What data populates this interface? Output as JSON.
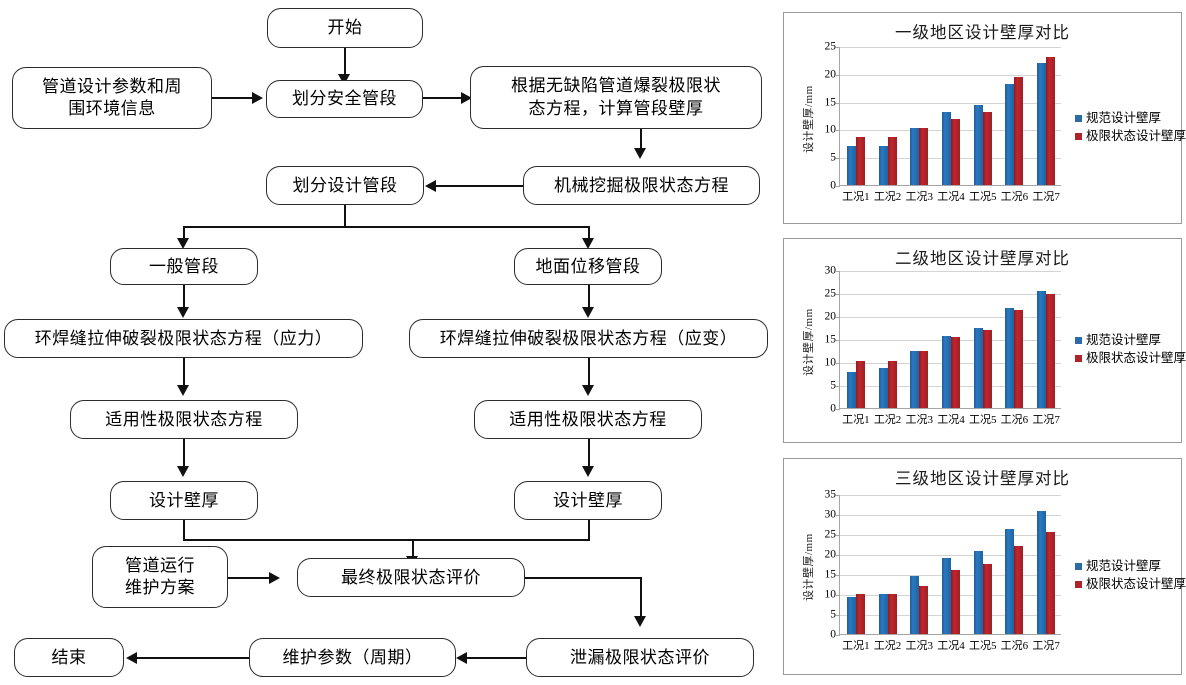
{
  "flowchart": {
    "nodes": [
      {
        "id": "start",
        "label": "开始"
      },
      {
        "id": "params",
        "label": "管道设计参数和周围环境信息"
      },
      {
        "id": "safe-seg",
        "label": "划分安全管段"
      },
      {
        "id": "burst-eq",
        "label": "根据无缺陷管道爆裂极限状态方程，计算管段壁厚"
      },
      {
        "id": "excavation-eq",
        "label": "机械挖掘极限状态方程"
      },
      {
        "id": "design-seg",
        "label": "划分设计管段"
      },
      {
        "id": "general-seg",
        "label": "一般管段"
      },
      {
        "id": "ground-disp-seg",
        "label": "地面位移管段"
      },
      {
        "id": "weld-stress",
        "label": "环焊缝拉伸破裂极限状态方程（应力）"
      },
      {
        "id": "weld-strain",
        "label": "环焊缝拉伸破裂极限状态方程（应变）"
      },
      {
        "id": "serviceability-left",
        "label": "适用性极限状态方程"
      },
      {
        "id": "serviceability-right",
        "label": "适用性极限状态方程"
      },
      {
        "id": "thickness-left",
        "label": "设计壁厚"
      },
      {
        "id": "thickness-right",
        "label": "设计壁厚"
      },
      {
        "id": "ops-plan",
        "label": "管道运行维护方案"
      },
      {
        "id": "final-eval",
        "label": "最终极限状态评价"
      },
      {
        "id": "leak-eval",
        "label": "泄漏极限状态评价"
      },
      {
        "id": "maint-params",
        "label": "维护参数（周期）"
      },
      {
        "id": "end",
        "label": "结束"
      }
    ],
    "node_labels": {
      "start": "开始",
      "params_line1": "管道设计参数和周",
      "params_line2": "围环境信息",
      "safe_seg": "划分安全管段",
      "burst_line1": "根据无缺陷管道爆裂极限状",
      "burst_line2": "态方程，计算管段壁厚",
      "excavation_eq": "机械挖掘极限状态方程",
      "design_seg": "划分设计管段",
      "general_seg": "一般管段",
      "ground_disp_seg": "地面位移管段",
      "weld_stress": "环焊缝拉伸破裂极限状态方程（应力）",
      "weld_strain": "环焊缝拉伸破裂极限状态方程（应变）",
      "serviceability": "适用性极限状态方程",
      "thickness": "设计壁厚",
      "ops_line1": "管道运行",
      "ops_line2": "维护方案",
      "final_eval": "最终极限状态评价",
      "leak_eval": "泄漏极限状态评价",
      "maint_params": "维护参数（周期）",
      "end": "结束"
    }
  },
  "colors": {
    "series_standard": "#2b6ca8",
    "series_limit_state": "#ad2429",
    "panel_border": "#9a9a9a",
    "gridline": "#d4d4d4",
    "node_border": "#2b2b2b"
  },
  "chart_data": [
    {
      "type": "bar",
      "title": "一级地区设计壁厚对比",
      "xlabel": "",
      "ylabel": "设计壁厚/mm",
      "ylim": [
        0,
        25
      ],
      "yticks": [
        0,
        5,
        10,
        15,
        20,
        25
      ],
      "grid": true,
      "legend_position": "right",
      "categories": [
        "工况1",
        "工况2",
        "工况3",
        "工况4",
        "工况5",
        "工况6",
        "工况7"
      ],
      "series": [
        {
          "name": "规范设计壁厚",
          "values": [
            7.0,
            7.1,
            10.2,
            13.1,
            14.4,
            18.2,
            21.9
          ]
        },
        {
          "name": "极限状态设计壁厚",
          "values": [
            8.6,
            8.6,
            10.3,
            11.8,
            13.1,
            19.4,
            23.1
          ]
        }
      ]
    },
    {
      "type": "bar",
      "title": "二级地区设计壁厚对比",
      "xlabel": "",
      "ylabel": "设计壁厚/mm",
      "ylim": [
        0,
        30
      ],
      "yticks": [
        0,
        5,
        10,
        15,
        20,
        25,
        30
      ],
      "grid": true,
      "legend_position": "right",
      "categories": [
        "工况1",
        "工况2",
        "工况3",
        "工况4",
        "工况5",
        "工况6",
        "工况7"
      ],
      "series": [
        {
          "name": "规范设计壁厚",
          "values": [
            7.8,
            8.6,
            12.3,
            15.7,
            17.3,
            21.7,
            25.4
          ]
        },
        {
          "name": "极限状态设计壁厚",
          "values": [
            10.3,
            10.3,
            12.3,
            15.4,
            16.9,
            21.3,
            24.8
          ]
        }
      ]
    },
    {
      "type": "bar",
      "title": "三级地区设计壁厚对比",
      "xlabel": "",
      "ylabel": "设计壁厚/mm",
      "ylim": [
        0,
        35
      ],
      "yticks": [
        0,
        5,
        10,
        15,
        20,
        25,
        30,
        35
      ],
      "grid": true,
      "legend_position": "right",
      "categories": [
        "工况1",
        "工况2",
        "工况3",
        "工况4",
        "工况5",
        "工况6",
        "工况7"
      ],
      "series": [
        {
          "name": "规范设计壁厚",
          "values": [
            9.3,
            10.0,
            14.4,
            19.0,
            20.8,
            26.3,
            30.8
          ]
        },
        {
          "name": "极限状态设计壁厚",
          "values": [
            10.0,
            10.0,
            12.0,
            15.9,
            17.5,
            22.0,
            25.6
          ]
        }
      ]
    }
  ]
}
